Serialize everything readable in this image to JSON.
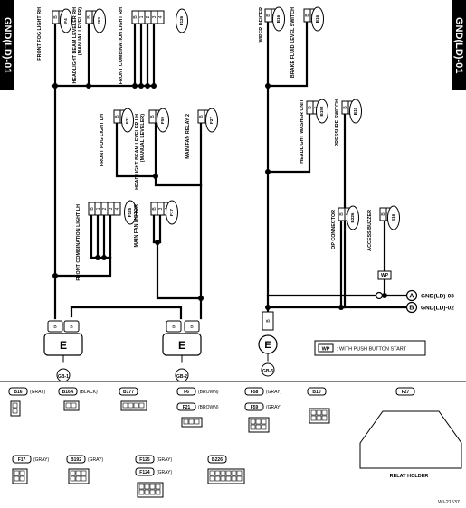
{
  "page_tabs": {
    "left": "GND(LD)-01",
    "right": "GND(LD)-01"
  },
  "components": [
    {
      "id": "fog_rh",
      "label": "FRONT FOG LIGHT RH",
      "connector": "F4",
      "pins": [
        "B",
        "1"
      ]
    },
    {
      "id": "hbl_rh",
      "label": "HEADLIGHT BEAM LEVELER RH (MANUAL LEVELER)",
      "connector": "F53",
      "pins": [
        "B",
        "3"
      ]
    },
    {
      "id": "comb_rh",
      "label": "FRONT COMBINATION LIGHT RH",
      "connector": "F126",
      "pins": [
        "B",
        "1",
        "2",
        "3",
        "4"
      ]
    },
    {
      "id": "fog_lh",
      "label": "FRONT FOG LIGHT LH",
      "connector": "F21",
      "pins": [
        "B",
        "1"
      ]
    },
    {
      "id": "hbl_lh",
      "label": "HEADLIGHT BEAM LEVELER LH (MANUAL LEVELER)",
      "connector": "F59",
      "pins": [
        "B",
        "3"
      ]
    },
    {
      "id": "relay2",
      "label": "MAIN FAN RELAY 2",
      "connector": "F27",
      "pins": [
        "B",
        "15"
      ]
    },
    {
      "id": "comb_lh",
      "label": "FRONT COMBINATION LIGHT LH",
      "connector": "F125",
      "pins": [
        "B",
        "1",
        "2",
        "3",
        "4"
      ]
    },
    {
      "id": "fan",
      "label": "MAIN FAN MOTOR",
      "connector": "F17",
      "pins": [
        "B",
        "3",
        "4"
      ]
    },
    {
      "id": "wiper",
      "label": "WIPER DEICER",
      "connector": "B16",
      "pins": [
        "B",
        "2"
      ]
    },
    {
      "id": "brake",
      "label": "BRAKE FLUID LEVEL SWITCH",
      "connector": "B16",
      "pins": [
        "B",
        "2"
      ]
    },
    {
      "id": "hlw",
      "label": "HEADLIGHT WASHER UNIT",
      "connector": "B192",
      "pins": [
        "B",
        "5"
      ]
    },
    {
      "id": "press",
      "label": "PRESSURE SWITCH",
      "connector": "B10",
      "pins": [
        "B",
        "1"
      ]
    },
    {
      "id": "op",
      "label": "OP CONNECTOR",
      "connector": "B226",
      "pins": [
        "B",
        "5"
      ]
    },
    {
      "id": "buzz",
      "label": "ACCESS BUZZER",
      "connector": "B16",
      "pins": [
        "B",
        "1"
      ]
    }
  ],
  "grounds": [
    {
      "id": "gb1",
      "label": "GB-1",
      "letter": "E",
      "pin": "B"
    },
    {
      "id": "gb2",
      "label": "GB-2",
      "letter": "E",
      "pin": "B"
    },
    {
      "id": "gb3",
      "label": "GB-3",
      "letter": "E",
      "pin": "B"
    }
  ],
  "offpage": [
    {
      "letter": "A",
      "ref": "GND(LD)-03"
    },
    {
      "letter": "B",
      "ref": "GND(LD)-02"
    }
  ],
  "legend": {
    "box": "WP",
    "text": ": WITH PUSH BUTTON START"
  },
  "connectors": [
    {
      "id": "B16",
      "color": "(GRAY)"
    },
    {
      "id": "B16A",
      "color": "(BLACK)"
    },
    {
      "id": "B177",
      "color": ""
    },
    {
      "id": "F6",
      "color": "(BROWN)"
    },
    {
      "id": "F21",
      "color": "(BROWN)"
    },
    {
      "id": "F58",
      "color": "(GRAY)"
    },
    {
      "id": "F59",
      "color": "(GRAY)"
    },
    {
      "id": "B10",
      "color": ""
    },
    {
      "id": "F27",
      "color": ""
    },
    {
      "id": "F17",
      "color": "(GRAY)"
    },
    {
      "id": "B192",
      "color": "(GRAY)"
    },
    {
      "id": "F125",
      "color": "(GRAY)"
    },
    {
      "id": "F124",
      "color": "(GRAY)"
    },
    {
      "id": "B226",
      "color": ""
    }
  ],
  "relay_holder_label": "RELAY HOLDER",
  "figure_code": "WI-21537"
}
